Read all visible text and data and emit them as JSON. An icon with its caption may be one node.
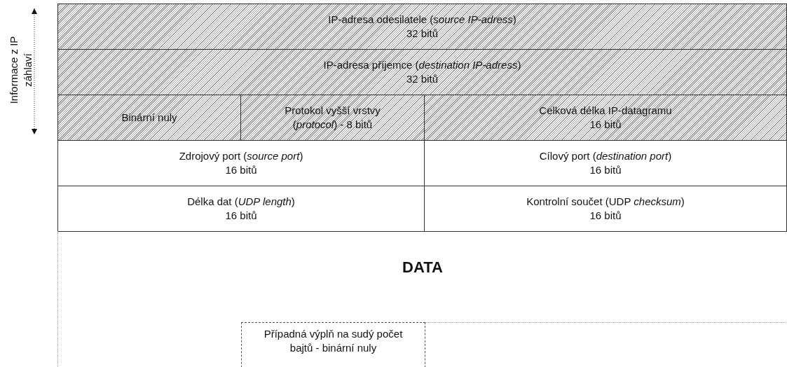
{
  "diagram": {
    "nodes": [
      {
        "text": [
          "IP-adresa odesilatele (*source IP-adress*)",
          "32 bitů"
        ]
      },
      {
        "text": [
          "IP-adresa příjemce (*destination IP-adress*)",
          "32 bitů"
        ]
      },
      {
        "text": [
          "Binární nuly"
        ]
      },
      {
        "text": [
          "Protokol vyšší vrstvy (*protocol*) - 8 bitů"
        ]
      },
      {
        "text": [
          "Celková délka IP-datagramu",
          "16 bitů"
        ]
      },
      {
        "text": [
          "Zdrojový port (*source port*)",
          "16 bitů"
        ]
      },
      {
        "text": [
          "Cílový port (*destination port*)",
          "16 bitů"
        ]
      },
      {
        "text": [
          "Délka dat (*UDP length*)",
          "16 bitů"
        ]
      },
      {
        "text": [
          "Kontrolní součet (UDP *checksum*)",
          "16 bitů"
        ]
      },
      {
        "text": [
          "DATA"
        ]
      },
      {
        "text": [
          "Případná výplň na sudý počet bajtů - binární nuly"
        ],
        "in": 9
      }
    ],
    "labels": [
      "Informace z IP záhlaví"
    ]
  }
}
